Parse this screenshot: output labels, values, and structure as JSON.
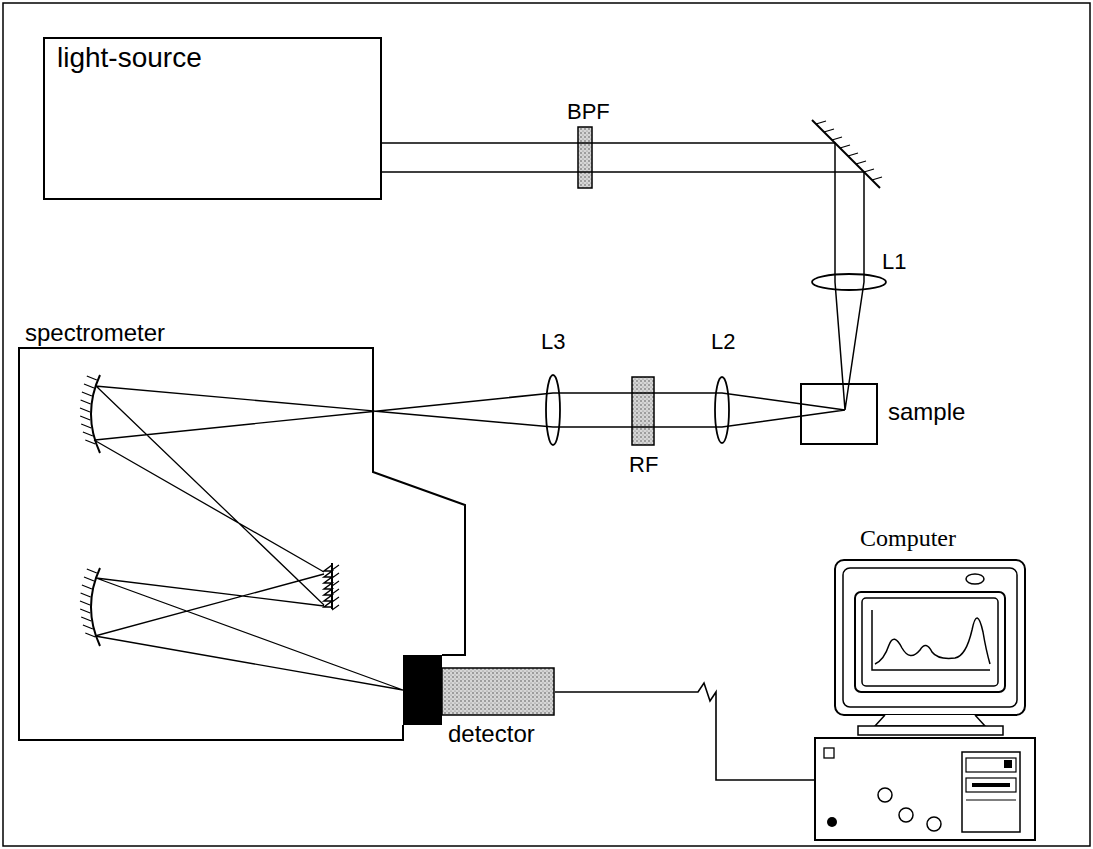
{
  "diagram": {
    "nodes": [
      {
        "text": [
          "light-source"
        ]
      },
      {
        "text": [
          "sample"
        ]
      },
      {
        "text": [
          "spectrometer"
        ]
      },
      {
        "text": [
          "detector"
        ]
      },
      {
        "text": [
          "Computer"
        ]
      }
    ],
    "edges": [
      {
        "from": 0,
        "to": 1,
        "arrow": "none"
      },
      {
        "from": 1,
        "to": 2,
        "arrow": "none"
      },
      {
        "from": 3,
        "to": 4,
        "arrow": "none"
      }
    ],
    "labels": [
      "BPF",
      "L1",
      "L3",
      "RF",
      "L2"
    ]
  }
}
